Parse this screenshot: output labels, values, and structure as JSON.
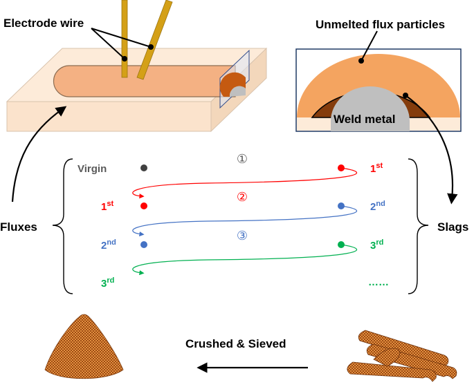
{
  "labels": {
    "electrode_wire": "Electrode wire",
    "unmelted_flux": "Unmelted flux particles",
    "weld_metal": "Weld metal",
    "fluxes": "Fluxes",
    "slags": "Slags",
    "crushed_sieved": "Crushed & Sieved"
  },
  "cycle": {
    "flux_rows": [
      {
        "label": "Virgin",
        "sup": "",
        "color": "#595959"
      },
      {
        "label": "1",
        "sup": "st",
        "color": "#ff0000"
      },
      {
        "label": "2",
        "sup": "nd",
        "color": "#4472c4"
      },
      {
        "label": "3",
        "sup": "rd",
        "color": "#00b050"
      }
    ],
    "slag_rows": [
      {
        "label": "1",
        "sup": "st",
        "color": "#ff0000"
      },
      {
        "label": "2",
        "sup": "nd",
        "color": "#4472c4"
      },
      {
        "label": "3",
        "sup": "rd",
        "color": "#00b050"
      }
    ],
    "steps": [
      {
        "label": "①",
        "color": "#595959"
      },
      {
        "label": "②",
        "color": "#ff0000"
      },
      {
        "label": "③",
        "color": "#4472c4"
      }
    ],
    "slag_ellipsis": "……",
    "slag_ellipsis_color": "#00b050"
  },
  "colors": {
    "flux_light": "#f4b183",
    "slag_brown": "#843c0c",
    "plate": "#fdebd9",
    "wire": "#d4a017",
    "weld_metal": "#bfbfbf",
    "arrow": "#000000"
  }
}
